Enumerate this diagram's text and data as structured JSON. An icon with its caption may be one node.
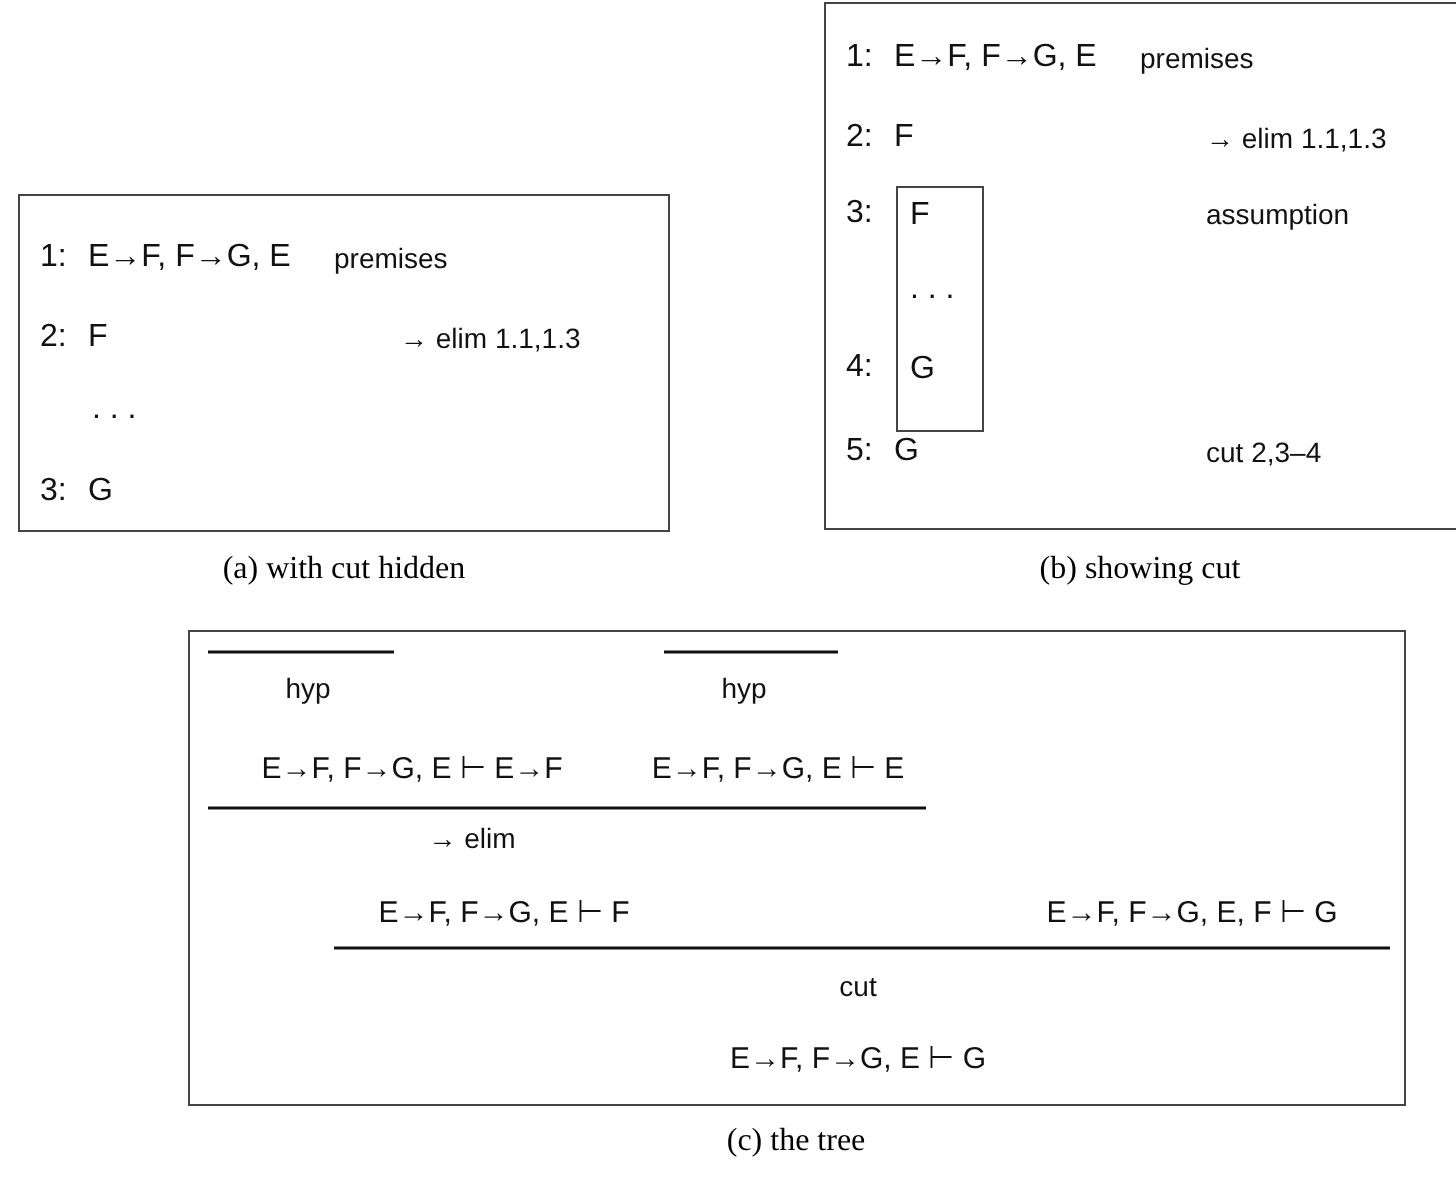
{
  "diagram": {
    "nodes": [
      {
        "text": [
          "1:",
          "E→F, F→G, E",
          "premises",
          "2:",
          "F",
          "→ elim 1.1,1.3",
          ". . .",
          "3:",
          "G"
        ],
        "beside": [
          "(a) with cut hidden"
        ]
      },
      {
        "text": [
          "1:",
          "E→F, F→G, E",
          "premises",
          "2:",
          "F",
          "→ elim 1.1,1.3",
          "3:",
          "assumption",
          "4:",
          "5:",
          "G",
          "cut 2,3–4"
        ],
        "beside": [
          "(b) showing cut"
        ]
      },
      {
        "text": [
          "F",
          ". . .",
          "G"
        ],
        "in": 1
      },
      {
        "text": [
          "hyp",
          "hyp",
          "E→F, F→G, E ⊢ E→F",
          "E→F, F→G, E ⊢ E",
          "→ elim",
          "E→F, F→G, E ⊢ F",
          "E→F, F→G, E, F ⊢ G",
          "cut",
          "E→F, F→G, E ⊢ G"
        ],
        "beside": [
          "(c) the tree"
        ]
      }
    ]
  }
}
